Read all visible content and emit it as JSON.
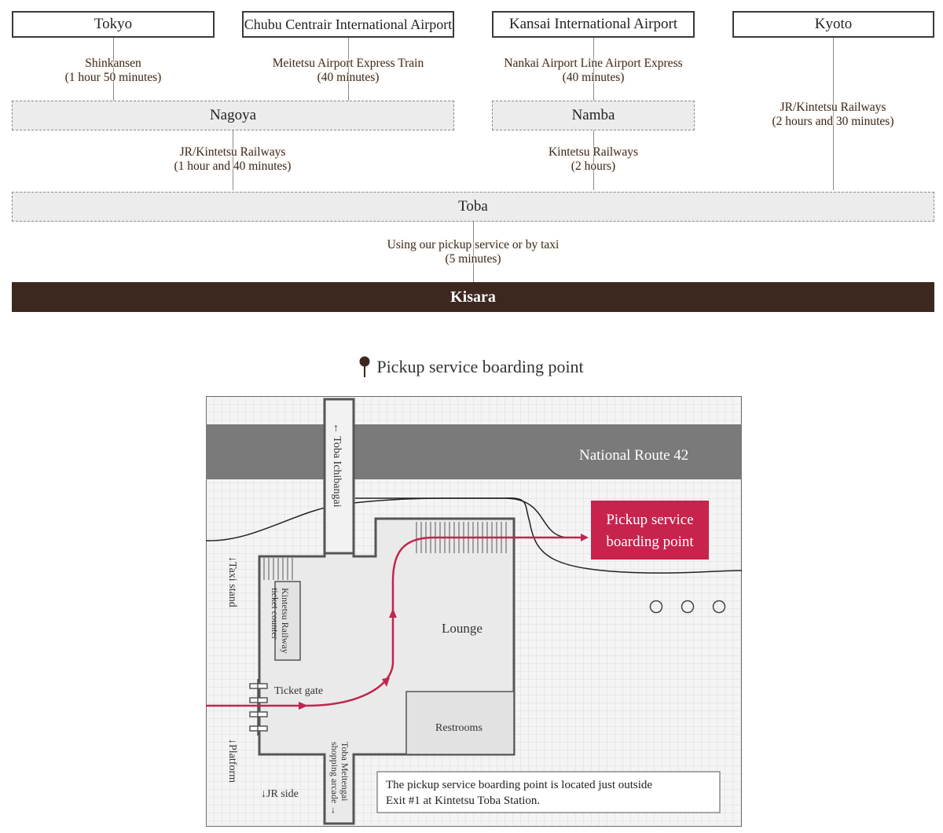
{
  "origins": {
    "tokyo": "Tokyo",
    "chubu": "Chubu Centrair International Airport",
    "kansai": "Kansai International Airport",
    "kyoto": "Kyoto"
  },
  "hubs": {
    "nagoya": "Nagoya",
    "namba": "Namba",
    "toba": "Toba",
    "kisara": "Kisara"
  },
  "routes": {
    "tokyo_nagoya": {
      "line": "Shinkansen",
      "time": "(1 hour 50 minutes)"
    },
    "chubu_nagoya": {
      "line": "Meitetsu Airport Express Train",
      "time": "(40 minutes)"
    },
    "kansai_namba": {
      "line": "Nankai Airport Line Airport Express",
      "time": "(40 minutes)"
    },
    "kyoto_toba": {
      "line": "JR/Kintetsu Railways",
      "time": "(2 hours and 30 minutes)"
    },
    "nagoya_toba": {
      "line": "JR/Kintetsu Railways",
      "time": "(1 hour and 40 minutes)"
    },
    "namba_toba": {
      "line": "Kintetsu Railways",
      "time": "(2 hours)"
    },
    "toba_kisara": {
      "line": "Using our pickup service or by taxi",
      "time": "(5 minutes)"
    }
  },
  "map": {
    "title": "Pickup service boarding point",
    "road": "National Route 42",
    "ichibangai": "← Toba Ichibangai",
    "taxi_stand": "↓Taxi stand",
    "ticket_counter_line1": "Kintetsu Railway",
    "ticket_counter_line2": "ticket counter",
    "ticket_gate": "Ticket gate",
    "lounge": "Lounge",
    "restrooms": "Restrooms",
    "platform": "↓Platform",
    "jr_side": "↓JR side",
    "meitengai_line1": "Toba Meitengai",
    "meitengai_line2": "shopping arcade →",
    "pickup_line1": "Pickup service",
    "pickup_line2": "boarding point",
    "note_line1": "The pickup service boarding point is located just outside",
    "note_line2": "Exit #1 at Kintetsu Toba Station.",
    "pickup_color": "#c8234c",
    "route_color": "#c0264f"
  }
}
